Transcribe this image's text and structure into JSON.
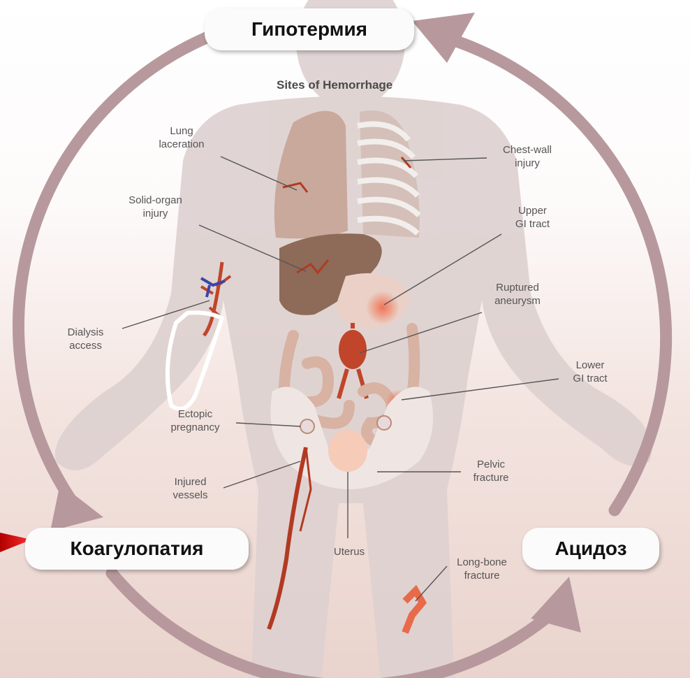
{
  "title": "Sites of Hemorrhage",
  "cycle": {
    "top": "Гипотермия",
    "left": "Коагулопатия",
    "right": "Ацидоз"
  },
  "labels": {
    "lung": "Lung\nlaceration",
    "solid_organ": "Solid-organ\ninjury",
    "dialysis": "Dialysis\naccess",
    "ectopic": "Ectopic\npregnancy",
    "vessels": "Injured\nvessels",
    "chest_wall": "Chest-wall\ninjury",
    "upper_gi": "Upper\nGI tract",
    "aneurysm": "Ruptured\naneurysm",
    "lower_gi": "Lower\nGI tract",
    "pelvic": "Pelvic\nfracture",
    "uterus": "Uterus",
    "long_bone": "Long-bone\nfracture"
  },
  "colors": {
    "cycle_arrow": "#b7999d",
    "silhouette": "#ddd0cf",
    "organ": "#b98a78",
    "blood": "#b23a22",
    "leader": "#555555",
    "callout_arrow": "#e02020"
  }
}
